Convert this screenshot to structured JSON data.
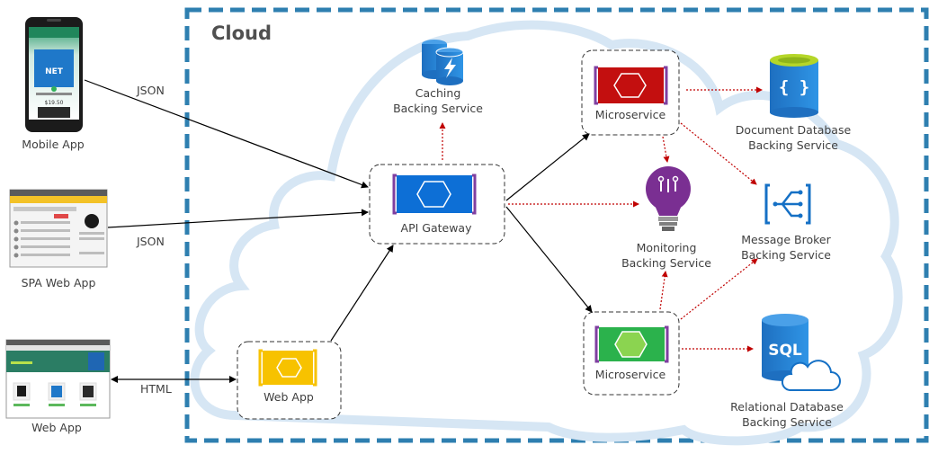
{
  "cloud": {
    "title": "Cloud"
  },
  "clients": {
    "mobile": "Mobile App",
    "spa": "SPA Web App",
    "web": "Web App"
  },
  "protocols": {
    "json_mobile": "JSON",
    "json_spa": "JSON",
    "html_web": "HTML"
  },
  "services": {
    "api_gateway": "API Gateway",
    "web_app": "Web App",
    "microservice_top": "Microservice",
    "microservice_bottom": "Microservice"
  },
  "backing": {
    "caching": [
      "Caching",
      "Backing Service"
    ],
    "document_db": [
      "Document Database",
      "Backing Service"
    ],
    "monitoring": [
      "Monitoring",
      "Backing Service"
    ],
    "message_broker": [
      "Message Broker",
      "Backing Service"
    ],
    "relational_db": [
      "Relational Database",
      "Backing Service"
    ]
  },
  "icons": {
    "sql_label": "SQL",
    "doc_db_glyph": "{ }",
    "mobile_price": "$19.50",
    "mobile_heading": "NET"
  },
  "colors": {
    "cloud_outline": "#d6e6f4",
    "cloud_border": "#2e7fb0",
    "gateway": "#0d6fd6",
    "microservice_red": "#c30f0f",
    "microservice_green": "#2bb24c",
    "webapp_yellow": "#f7c200",
    "monitoring_purple": "#7a2f92",
    "azure_blue": "#1570c5",
    "cosmos_green": "#b5d629",
    "bracket_purple": "#7f3fa0",
    "arrow_red": "#c00000"
  }
}
